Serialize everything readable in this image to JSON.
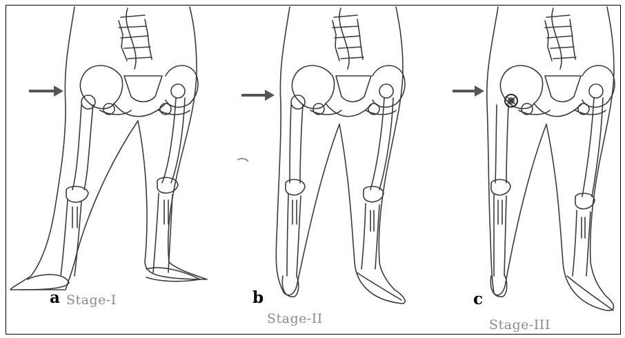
{
  "panels": [
    {
      "letter": "a",
      "stage": "Stage-I",
      "lesion": false
    },
    {
      "letter": "b",
      "stage": "Stage-II",
      "lesion": false
    },
    {
      "letter": "c",
      "stage": "Stage-III",
      "lesion": true
    }
  ],
  "colors": {
    "line": "#3a3a3a",
    "arrow": "#555555",
    "stage_text": "#8a8a8a",
    "lesion": "#2a2a2a"
  },
  "icons": {
    "arrow": "right-arrow-icon"
  }
}
